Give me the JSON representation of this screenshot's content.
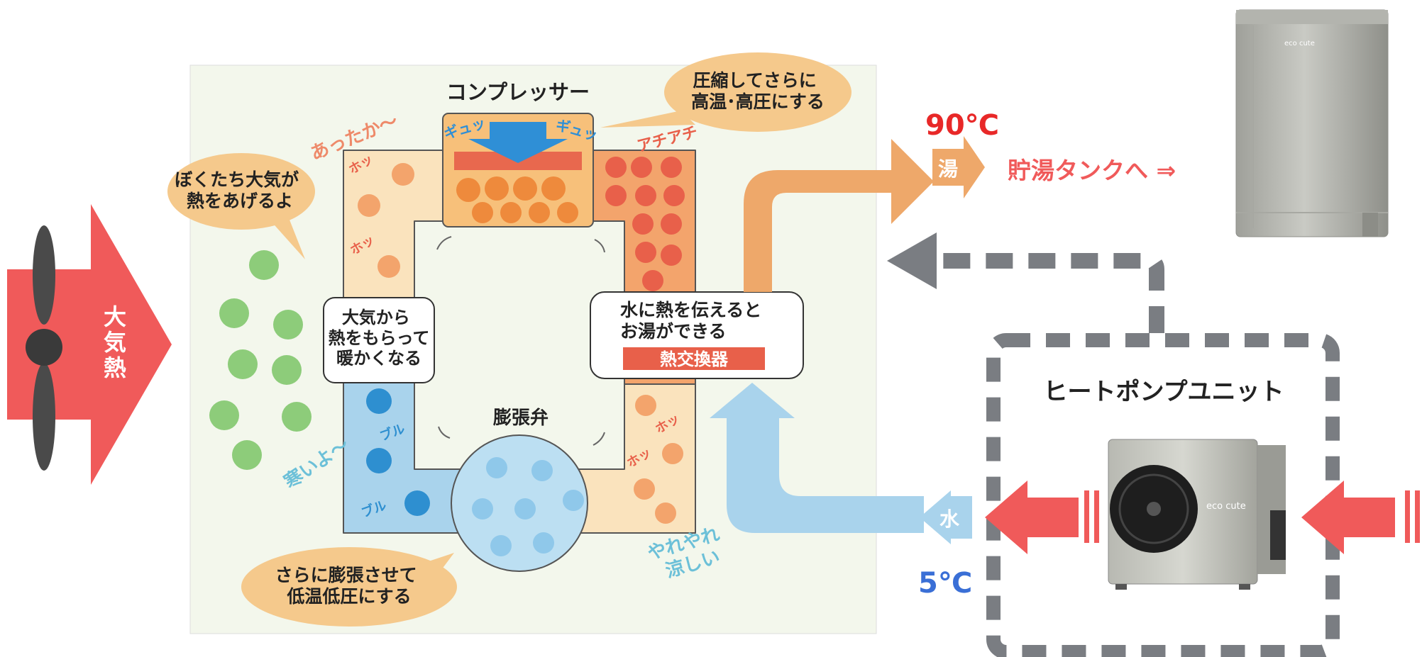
{
  "heat_source": {
    "label": "大気熱"
  },
  "air_speech": {
    "give_heat": "ぼくたち大気が\n熱をあげるよ",
    "warm": "あったか〜",
    "cold": "寒いよ〜",
    "relief": "やれやれ\n涼しい"
  },
  "compressor": {
    "title": "コンプレッサー",
    "note": "圧縮してさらに\n高温･高圧にする",
    "squeeze": "ギュッ"
  },
  "evaporator_note": "大気から\n熱をもらって\n暖かくなる",
  "heat_exchanger": {
    "note": "水に熱を伝えると\nお湯ができる",
    "label": "熱交換器"
  },
  "expansion_valve": {
    "title": "膨張弁",
    "note": "さらに膨張させて\n低温低圧にする"
  },
  "sounds": {
    "hot": "ホッ",
    "very_hot": "アチアチ",
    "shiver": "ブル"
  },
  "hot_water": {
    "temp": "90℃",
    "symbol": "湯",
    "dest": "貯湯タンクへ ⇒"
  },
  "cold_water": {
    "temp": "5℃",
    "symbol": "水"
  },
  "unit": {
    "title": "ヒートポンプユニット",
    "brand": "eco cute"
  },
  "colors": {
    "red": "#f05a5a",
    "orange": "#e8a05c",
    "blue": "#a8d4ea",
    "gray": "#7a7d82",
    "panel": "#f3f7ec",
    "callout": "#f5c98c"
  }
}
